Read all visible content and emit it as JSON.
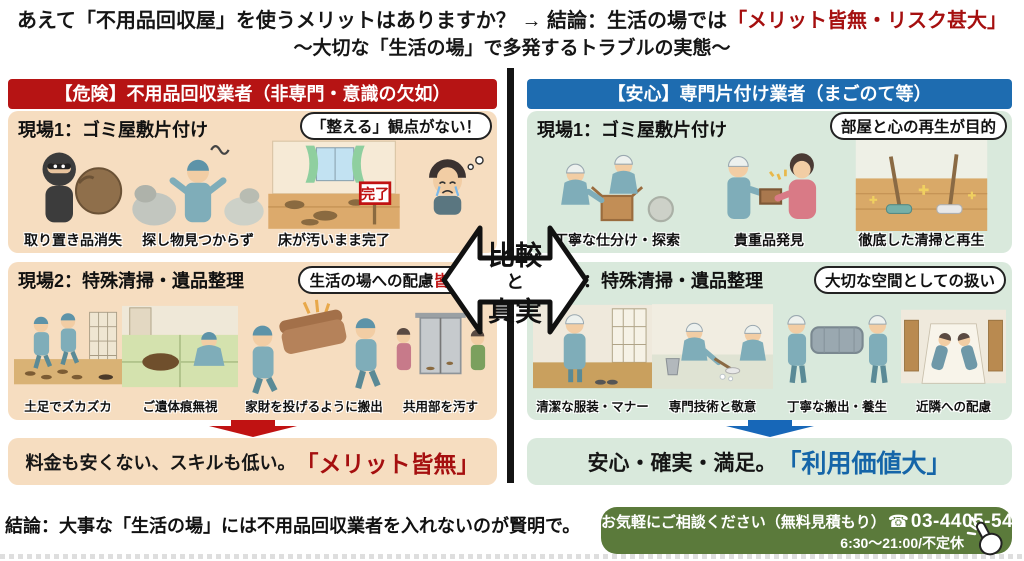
{
  "title": {
    "line1_black": "あえて「不用品回収屋」を使うメリットはありますか？ → 結論：生活の場では",
    "line1_red": "「メリット皆無・リスク甚大」",
    "line2": "～大切な「生活の場」で多発するトラブルの実態～"
  },
  "center": {
    "word1": "比較",
    "word2": "と",
    "word3": "真実"
  },
  "left_panel": {
    "header": "【危険】不用品回収業者（非専門・意識の欠如）",
    "scene1": {
      "label": "現場1：ゴミ屋敷片付け",
      "bubble": "「整える」観点がない！",
      "items": [
        {
          "icon": "thief-illustration",
          "caption": "取り置き品消失"
        },
        {
          "icon": "searching-worker-illustration",
          "caption": "探し物見つからず"
        },
        {
          "icon": "dirty-floor-illustration",
          "caption": "床が汚いまま完了",
          "sign": "完了"
        },
        {
          "icon": "crying-man-illustration",
          "caption": ""
        }
      ]
    },
    "scene2": {
      "label": "現場2：特殊清掃・遺品整理",
      "bubble_pre": "生活の場への配慮",
      "bubble_red": "皆無",
      "bubble_post": "！",
      "items": [
        {
          "icon": "muddy-shoes-illustration",
          "caption": "土足でズカズカ"
        },
        {
          "icon": "stain-ignored-illustration",
          "caption": "ご遺体痕無視"
        },
        {
          "icon": "furniture-throwing-illustration",
          "caption": "家財を投げるように搬出"
        },
        {
          "icon": "dirty-common-area-illustration",
          "caption": "共用部を汚す"
        }
      ]
    },
    "result_black": "料金も安くない、スキルも低い。",
    "result_emph": "「メリット皆無」"
  },
  "right_panel": {
    "header": "【安心】専門片付け業者（まごのて等）",
    "scene1": {
      "label": "現場1：ゴミ屋敷片付け",
      "bubble": "部屋と心の再生が目的",
      "items": [
        {
          "icon": "careful-sorting-illustration",
          "caption": "丁寧な仕分け・探索"
        },
        {
          "icon": "valuables-found-illustration",
          "caption": "貴重品発見"
        },
        {
          "icon": "thorough-cleaning-illustration",
          "caption": "徹底した清掃と再生"
        }
      ]
    },
    "scene2": {
      "label": "現場2：特殊清掃・遺品整理",
      "bubble": "大切な空間としての扱い",
      "items": [
        {
          "icon": "clean-uniform-illustration",
          "caption": "清潔な服装・マナー"
        },
        {
          "icon": "expert-technique-illustration",
          "caption": "専門技術と敬意"
        },
        {
          "icon": "careful-carry-illustration",
          "caption": "丁寧な搬出・養生"
        },
        {
          "icon": "neighbor-consideration-illustration",
          "caption": "近隣への配慮"
        }
      ]
    },
    "result_black": "安心・確実・満足。",
    "result_emph": "「利用価値大」"
  },
  "footer": {
    "conclusion": "結論：大事な「生活の場」には不用品回収業者を入れないのが賢明で。",
    "contact_line1": "お気軽にご相談ください（無料見積もり）",
    "contact_phone": "03-4405-5420",
    "contact_hours": "6:30～21:00/不定休",
    "phone_icon_glyph": "☎"
  },
  "colors": {
    "danger_red": "#b61414",
    "safe_blue": "#1e6cb0",
    "peach_bg": "#f6ddc0",
    "mint_bg": "#d9e9dc",
    "accent_red_text": "#a50f0f",
    "accent_blue_text": "#1565a8",
    "contact_green": "#5b7a3b"
  }
}
